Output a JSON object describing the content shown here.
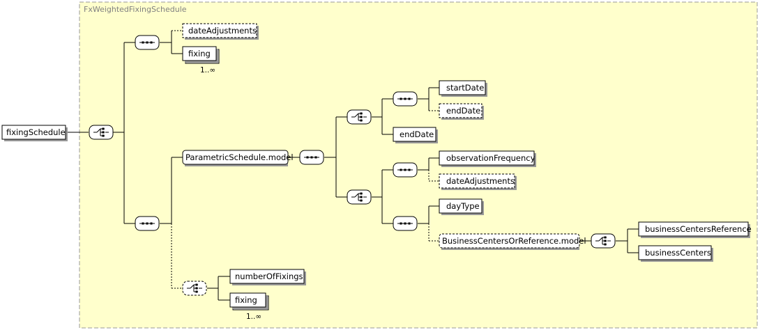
{
  "container": {
    "type_name": "FxWeightedFixingSchedule",
    "fill_color": "#ffffcc",
    "border_color": "#999999"
  },
  "root": {
    "label": "fixingSchedule"
  },
  "nodes": {
    "date_adjustments_1": {
      "label": "dateAdjustments"
    },
    "fixing_1": {
      "label": "fixing",
      "cardinality": "1..∞"
    },
    "parametric_schedule_model": {
      "label": "ParametricSchedule.model"
    },
    "start_date": {
      "label": "startDate"
    },
    "end_date_optional": {
      "label": "endDate"
    },
    "end_date": {
      "label": "endDate"
    },
    "observation_frequency": {
      "label": "observationFrequency"
    },
    "date_adjustments_2": {
      "label": "dateAdjustments"
    },
    "day_type": {
      "label": "dayType"
    },
    "business_centers_or_reference_model": {
      "label": "BusinessCentersOrReference.model"
    },
    "business_centers_reference": {
      "label": "businessCentersReference"
    },
    "business_centers": {
      "label": "businessCenters"
    },
    "number_of_fixings": {
      "label": "numberOfFixings"
    },
    "fixing_2": {
      "label": "fixing",
      "cardinality": "1..∞"
    }
  },
  "compositors": {
    "root_choice": {
      "kind": "choice",
      "optional": false
    },
    "seq_top": {
      "kind": "sequence",
      "optional": false
    },
    "seq_bottom": {
      "kind": "sequence",
      "optional": false
    },
    "choice_optional_bottom": {
      "kind": "choice",
      "optional": true
    },
    "seq_parametric": {
      "kind": "sequence",
      "optional": false
    },
    "choice_dates": {
      "kind": "choice",
      "optional": false
    },
    "seq_start_end": {
      "kind": "sequence",
      "optional": false
    },
    "choice_frequency": {
      "kind": "choice",
      "optional": false
    },
    "seq_observation": {
      "kind": "sequence",
      "optional": false
    },
    "seq_daytype": {
      "kind": "sequence",
      "optional": false
    },
    "choice_business_centers": {
      "kind": "choice",
      "optional": false
    }
  }
}
